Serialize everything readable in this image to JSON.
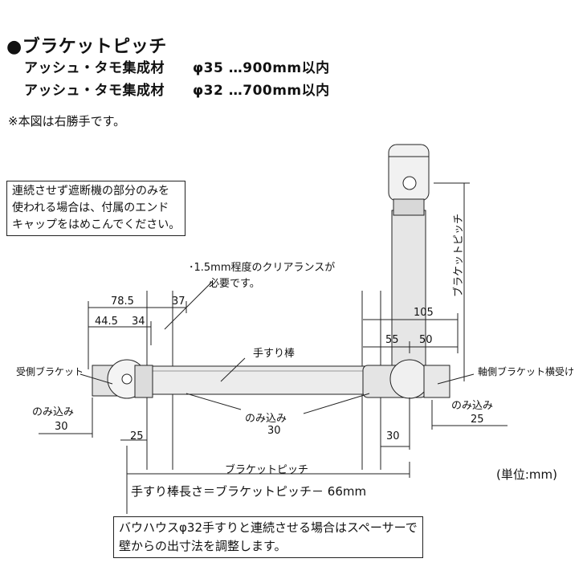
{
  "title": "●ブラケットピッチ",
  "specs": [
    {
      "material": "アッシュ・タモ集成材",
      "diameter": "φ35",
      "pitch": "…900mm以内"
    },
    {
      "material": "アッシュ・タモ集成材",
      "diameter": "φ32",
      "pitch": "…700mm以内"
    }
  ],
  "note_right_hand": "※本図は右勝手です。",
  "callout_endcap": {
    "line1": "連続させず遮断機の部分のみを",
    "line2": "使われる場合は、付属のエンド",
    "line3": "キャップをはめこんでください。"
  },
  "clearance_note": {
    "line1": "･1.5mm程度のクリアランスが",
    "line2": "必要です。"
  },
  "dimensions": {
    "d78_5": "78.5",
    "d37": "37",
    "d44_5": "44.5",
    "d34": "34",
    "d105": "105",
    "d55": "55",
    "d50": "50",
    "d30_left": "30",
    "d25_left": "25",
    "d30_mid": "30",
    "d30_right": "30",
    "d25_right": "25"
  },
  "labels": {
    "receiving_bracket": "受側ブラケット",
    "shaft_bracket": "軸側ブラケット横受け",
    "handrail_bar": "手すり棒",
    "insert_left": "のみ込み",
    "insert_mid": "のみ込み",
    "insert_right": "のみ込み",
    "bracket_pitch_vertical": "ブラケットピッチ",
    "bracket_pitch": "ブラケットピッチ"
  },
  "unit": "(単位:mm)",
  "formula": "手すり棒長さ＝ブラケットピッチ－ 66mm",
  "callout_spacer": {
    "line1": "バウハウスφ32手すりと連続させる場合はスペーサーで",
    "line2": "壁からの出寸法を調整します。"
  }
}
